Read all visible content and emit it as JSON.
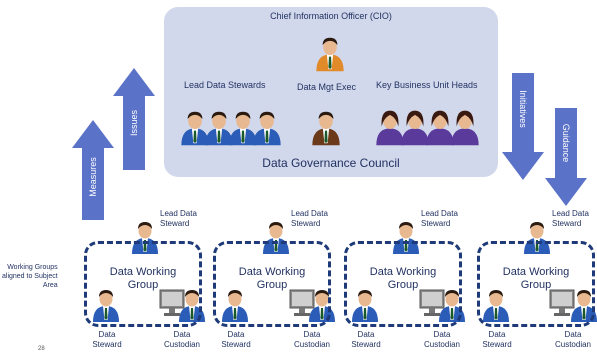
{
  "council": {
    "title": "Data Governance Council",
    "cio_label": "Chief Information Officer (CIO)",
    "lead_stewards_label": "Lead Data Stewards",
    "mgt_exec_label": "Data Mgt Exec",
    "business_heads_label": "Key Business Unit Heads"
  },
  "arrows": {
    "measures": "Measures",
    "issues": "Issues",
    "initiatives": "Initiatives",
    "guidance": "Guidance"
  },
  "working_groups_note": [
    "Working Groups",
    "aligned to Subject",
    "Area"
  ],
  "groups": [
    {
      "title_line1": "Data Working",
      "title_line2": "Group",
      "lead_line1": "Lead Data",
      "lead_line2": "Steward",
      "steward_line1": "Data",
      "steward_line2": "Steward",
      "custodian_line1": "Data",
      "custodian_line2": "Custodian"
    },
    {
      "title_line1": "Data Working",
      "title_line2": "Group",
      "lead_line1": "Lead Data",
      "lead_line2": "Steward",
      "steward_line1": "Data",
      "steward_line2": "Steward",
      "custodian_line1": "Data",
      "custodian_line2": "Custodian"
    },
    {
      "title_line1": "Data Working",
      "title_line2": "Group",
      "lead_line1": "Lead Data",
      "lead_line2": "Steward",
      "steward_line1": "Data",
      "steward_line2": "Steward",
      "custodian_line1": "Data",
      "custodian_line2": "Custodian"
    },
    {
      "title_line1": "Data Working",
      "title_line2": "Group",
      "lead_line1": "Lead Data",
      "lead_line2": "Steward",
      "steward_line1": "Data",
      "steward_line2": "Steward",
      "custodian_line1": "Data",
      "custodian_line2": "Custodian"
    }
  ],
  "page_number": "28",
  "colors": {
    "council_bg": "#d2d8ec",
    "arrow_blue": "#5a72c8",
    "dash_blue": "#1e3a78",
    "suit_blue": "#2a5cb8",
    "suit_purple": "#5a3a9a",
    "suit_orange": "#e08a2a",
    "suit_brown": "#6a3a1a"
  }
}
